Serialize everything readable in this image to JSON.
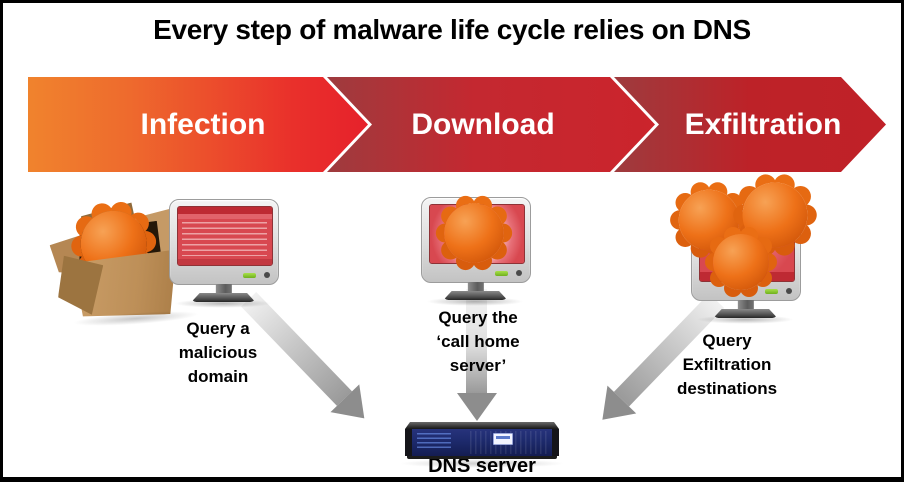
{
  "title": "Every step of malware life cycle relies on DNS",
  "phases": [
    {
      "label": "Infection",
      "icon": "malware-box-and-infected-computer",
      "caption_lines": [
        "Query a",
        "malicious",
        "domain"
      ]
    },
    {
      "label": "Download",
      "icon": "infected-computer",
      "caption_lines": [
        "Query the",
        "‘call home",
        "server’"
      ]
    },
    {
      "label": "Exfiltration",
      "icon": "malware-escaping-computer",
      "caption_lines": [
        "Query",
        "Exfiltration",
        "destinations"
      ]
    }
  ],
  "dns_server": {
    "label": "DNS server"
  },
  "colors": {
    "banner_orange": "#F0832D",
    "banner_red": "#E6212B",
    "banner_dark_red": "#9E3B3E",
    "banner_mid_red": "#CB242C",
    "arrow_gray": "#8D8D8D",
    "malware_orange": "#EE7118",
    "monitor_screen_red": "#D84850",
    "server_navy": "#1E2B6E"
  }
}
